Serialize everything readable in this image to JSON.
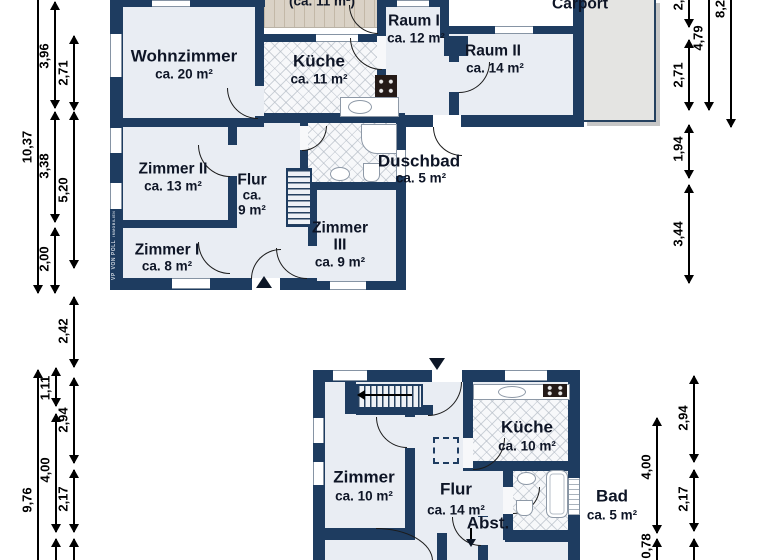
{
  "plan": {
    "upper": {
      "terrasse_area": "(ca. 11 m²)",
      "wohnzimmer": {
        "name": "Wohnzimmer",
        "area": "ca. 20 m²"
      },
      "kueche": {
        "name": "Küche",
        "area": "ca. 11 m²"
      },
      "raum1": {
        "name": "Raum I",
        "area": "ca. 12 m²"
      },
      "raum2": {
        "name": "Raum II",
        "area": "ca. 14 m²"
      },
      "carport": {
        "name": "Carport"
      },
      "duschbad": {
        "name": "Duschbad",
        "area": "ca. 5 m²"
      },
      "zimmer2": {
        "name": "Zimmer II",
        "area": "ca. 13 m²"
      },
      "flur": {
        "name": "Flur",
        "area_a": "ca.",
        "area_b": "9 m²"
      },
      "zimmer3": {
        "name": "Zimmer",
        "name2": "III",
        "area": "ca. 9 m²"
      },
      "zimmer1": {
        "name": "Zimmer I",
        "area": "ca. 8 m²"
      },
      "dims_left": [
        "3,96",
        "2,71",
        "10,37",
        "3,38",
        "5,20",
        "2,00"
      ],
      "dims_right": [
        "2,",
        "4,79",
        "8,2",
        "2,71",
        "1,94",
        "3,44"
      ]
    },
    "lower": {
      "zimmer": {
        "name": "Zimmer",
        "area": "ca. 10 m²"
      },
      "flur": {
        "name": "Flur",
        "area": "ca. 14 m²"
      },
      "kueche": {
        "name": "Küche",
        "area": "ca. 10 m²"
      },
      "bad": {
        "name": "Bad",
        "area": "ca. 5 m²"
      },
      "abst": {
        "name": "Abst."
      },
      "dims_left": [
        "2,42",
        "9,76",
        "1,11",
        "2,94",
        "4,00",
        "2,17"
      ],
      "dims_right": [
        "2,94",
        "4,00",
        "2,17",
        "0,78"
      ]
    },
    "watermark": {
      "abbr": "VP",
      "brand": "VON POLL",
      "sub": "IMMOBILIEN"
    },
    "colors": {
      "wall": "#1e3c60",
      "room": "#e9edf3",
      "carport": "#e4e4e2",
      "terrace": "#dad2c6",
      "label": "#0e1526",
      "dimension": "#000000"
    }
  }
}
